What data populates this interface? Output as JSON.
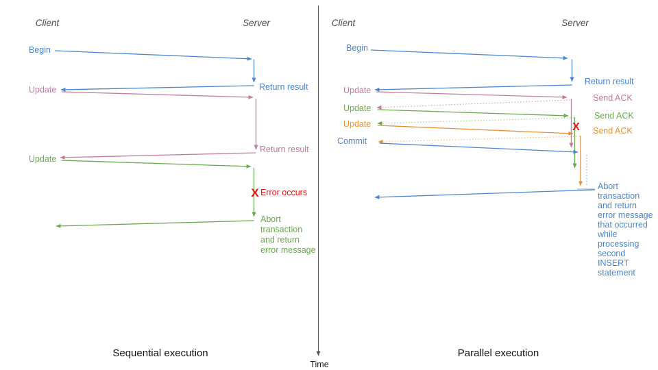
{
  "colors": {
    "blue": "#4a86d2",
    "pink": "#c27ba0",
    "green": "#6aa84f",
    "orange": "#e69138",
    "red": "#ee1111",
    "axis_gray": "#555555",
    "header_gray": "#4d4d4d",
    "caption_black": "#111111"
  },
  "time_axis": {
    "label": "Time"
  },
  "left": {
    "caption": "Sequential execution",
    "client_header": "Client",
    "server_header": "Server",
    "begin_label": "Begin",
    "update1_label": "Update",
    "update2_label": "Update",
    "return1_label": "Return result",
    "return2_label": "Return result",
    "x_mark": "X",
    "error_label": "Error occurs",
    "abort_lines": [
      "Abort",
      "transaction",
      "and return",
      "error message"
    ]
  },
  "right": {
    "caption": "Parallel execution",
    "client_header": "Client",
    "server_header": "Server",
    "begin_label": "Begin",
    "update1_label": "Update",
    "update2_label": "Update",
    "update3_label": "Update",
    "commit_label": "Commit",
    "return1_label": "Return result",
    "ack1_label": "Send ACK",
    "ack2_label": "Send ACK",
    "ack3_label": "Send ACK",
    "x_mark": "X",
    "abort_lines": [
      "Abort",
      "transaction",
      "and return",
      "error message",
      "that occurred",
      "while",
      "processing",
      "second",
      "INSERT",
      "statement"
    ]
  }
}
